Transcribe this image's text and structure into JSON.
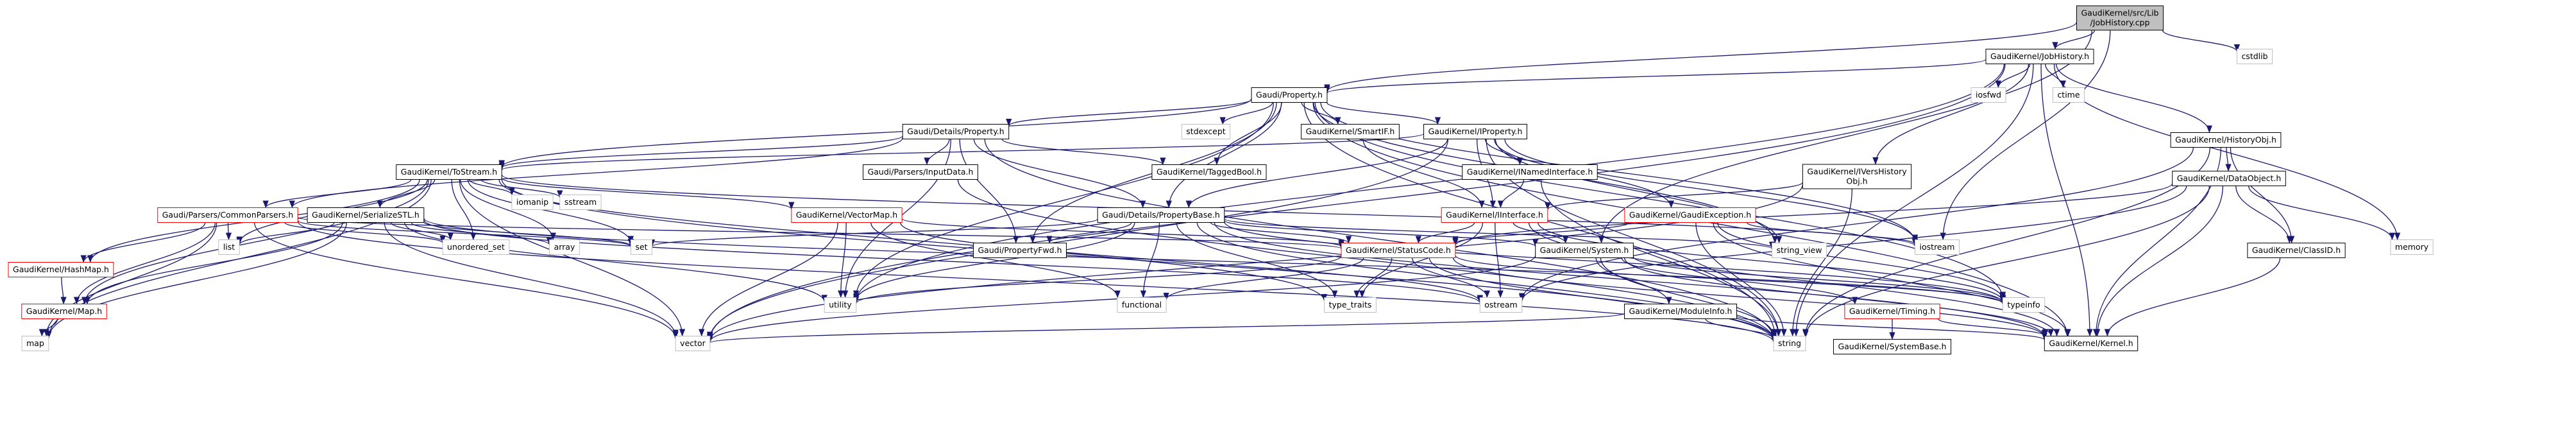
{
  "nodes": [
    {
      "id": "root",
      "lines": [
        "GaudiKernel/src/Lib",
        "/JobHistory.cpp"
      ],
      "style": "root",
      "link": false
    },
    {
      "id": "jobhist",
      "lines": [
        "GaudiKernel/JobHistory.h"
      ],
      "style": "normal",
      "link": true
    },
    {
      "id": "cstdlib",
      "lines": [
        "cstdlib"
      ],
      "style": "std",
      "link": false
    },
    {
      "id": "gprop",
      "lines": [
        "Gaudi/Property.h"
      ],
      "style": "normal",
      "link": true
    },
    {
      "id": "iosfwd",
      "lines": [
        "iosfwd"
      ],
      "style": "std",
      "link": false
    },
    {
      "id": "ctime",
      "lines": [
        "ctime"
      ],
      "style": "std",
      "link": false
    },
    {
      "id": "histobj",
      "lines": [
        "GaudiKernel/HistoryObj.h"
      ],
      "style": "normal",
      "link": true
    },
    {
      "id": "iversion",
      "lines": [
        "GaudiKernel/IVersHistory",
        "Obj.h"
      ],
      "style": "normal",
      "link": true
    },
    {
      "id": "detprop",
      "lines": [
        "Gaudi/Details/Property.h"
      ],
      "style": "normal",
      "link": true
    },
    {
      "id": "stdexcept",
      "lines": [
        "stdexcept"
      ],
      "style": "std",
      "link": false
    },
    {
      "id": "smartif",
      "lines": [
        "GaudiKernel/SmartIF.h"
      ],
      "style": "normal",
      "link": true
    },
    {
      "id": "iproperty",
      "lines": [
        "GaudiKernel/IProperty.h"
      ],
      "style": "normal",
      "link": true
    },
    {
      "id": "tostream",
      "lines": [
        "GaudiKernel/ToStream.h"
      ],
      "style": "normal",
      "link": true
    },
    {
      "id": "inputdata",
      "lines": [
        "Gaudi/Parsers/InputData.h"
      ],
      "style": "normal",
      "link": true
    },
    {
      "id": "taggedbool",
      "lines": [
        "GaudiKernel/TaggedBool.h"
      ],
      "style": "normal",
      "link": true
    },
    {
      "id": "inamed",
      "lines": [
        "GaudiKernel/INamedInterface.h"
      ],
      "style": "normal",
      "link": true
    },
    {
      "id": "dataobj",
      "lines": [
        "GaudiKernel/DataObject.h"
      ],
      "style": "normal",
      "link": true
    },
    {
      "id": "commonparsers",
      "lines": [
        "Gaudi/Parsers/CommonParsers.h"
      ],
      "style": "red",
      "link": true
    },
    {
      "id": "serializestl",
      "lines": [
        "GaudiKernel/SerializeSTL.h"
      ],
      "style": "normal",
      "link": true
    },
    {
      "id": "iomanip",
      "lines": [
        "iomanip"
      ],
      "style": "std",
      "link": false
    },
    {
      "id": "sstream",
      "lines": [
        "sstream"
      ],
      "style": "std",
      "link": false
    },
    {
      "id": "vectormap",
      "lines": [
        "GaudiKernel/VectorMap.h"
      ],
      "style": "red",
      "link": true
    },
    {
      "id": "propbase",
      "lines": [
        "Gaudi/Details/PropertyBase.h"
      ],
      "style": "normal",
      "link": true
    },
    {
      "id": "iinterface",
      "lines": [
        "GaudiKernel/IInterface.h"
      ],
      "style": "red",
      "link": true
    },
    {
      "id": "gaudiexc",
      "lines": [
        "GaudiKernel/GaudiException.h"
      ],
      "style": "red",
      "link": true
    },
    {
      "id": "memory",
      "lines": [
        "memory"
      ],
      "style": "std",
      "link": false
    },
    {
      "id": "hashmap",
      "lines": [
        "GaudiKernel/HashMap.h"
      ],
      "style": "red",
      "link": true
    },
    {
      "id": "list",
      "lines": [
        "list"
      ],
      "style": "std",
      "link": false
    },
    {
      "id": "unordered_set",
      "lines": [
        "unordered_set"
      ],
      "style": "std",
      "link": false
    },
    {
      "id": "array",
      "lines": [
        "array"
      ],
      "style": "std",
      "link": false
    },
    {
      "id": "set",
      "lines": [
        "set"
      ],
      "style": "std",
      "link": false
    },
    {
      "id": "propfwd",
      "lines": [
        "Gaudi/PropertyFwd.h"
      ],
      "style": "normal",
      "link": true
    },
    {
      "id": "statuscode",
      "lines": [
        "GaudiKernel/StatusCode.h"
      ],
      "style": "red",
      "link": true
    },
    {
      "id": "system",
      "lines": [
        "GaudiKernel/System.h"
      ],
      "style": "normal",
      "link": true
    },
    {
      "id": "string_view",
      "lines": [
        "string_view"
      ],
      "style": "std",
      "link": false
    },
    {
      "id": "iostream",
      "lines": [
        "iostream"
      ],
      "style": "std",
      "link": false
    },
    {
      "id": "classid",
      "lines": [
        "GaudiKernel/ClassID.h"
      ],
      "style": "normal",
      "link": true
    },
    {
      "id": "map_h",
      "lines": [
        "GaudiKernel/Map.h"
      ],
      "style": "red",
      "link": true
    },
    {
      "id": "utility",
      "lines": [
        "utility"
      ],
      "style": "std",
      "link": false
    },
    {
      "id": "functional",
      "lines": [
        "functional"
      ],
      "style": "std",
      "link": false
    },
    {
      "id": "type_traits",
      "lines": [
        "type_traits"
      ],
      "style": "std",
      "link": false
    },
    {
      "id": "ostream",
      "lines": [
        "ostream"
      ],
      "style": "std",
      "link": false
    },
    {
      "id": "moduleinfo",
      "lines": [
        "GaudiKernel/ModuleInfo.h"
      ],
      "style": "normal",
      "link": true
    },
    {
      "id": "timing",
      "lines": [
        "GaudiKernel/Timing.h"
      ],
      "style": "red",
      "link": true
    },
    {
      "id": "typeinfo",
      "lines": [
        "typeinfo"
      ],
      "style": "std",
      "link": false
    },
    {
      "id": "map",
      "lines": [
        "map"
      ],
      "style": "std",
      "link": false
    },
    {
      "id": "vector",
      "lines": [
        "vector"
      ],
      "style": "std",
      "link": false
    },
    {
      "id": "string",
      "lines": [
        "string"
      ],
      "style": "std",
      "link": false
    },
    {
      "id": "kernel",
      "lines": [
        "GaudiKernel/Kernel.h"
      ],
      "style": "normal",
      "link": true
    },
    {
      "id": "sysbase",
      "lines": [
        "GaudiKernel/SystemBase.h"
      ],
      "style": "normal",
      "link": true
    }
  ],
  "edges": [
    [
      "root",
      "jobhist"
    ],
    [
      "root",
      "gprop"
    ],
    [
      "root",
      "system"
    ],
    [
      "root",
      "iostream"
    ],
    [
      "root",
      "cstdlib"
    ],
    [
      "jobhist",
      "gprop"
    ],
    [
      "jobhist",
      "iosfwd"
    ],
    [
      "jobhist",
      "ctime"
    ],
    [
      "jobhist",
      "histobj"
    ],
    [
      "jobhist",
      "iversion"
    ],
    [
      "jobhist",
      "memory"
    ],
    [
      "jobhist",
      "kernel"
    ],
    [
      "jobhist",
      "string"
    ],
    [
      "jobhist",
      "vector"
    ],
    [
      "jobhist",
      "utility"
    ],
    [
      "gprop",
      "detprop"
    ],
    [
      "gprop",
      "stdexcept"
    ],
    [
      "gprop",
      "smartif"
    ],
    [
      "gprop",
      "iproperty"
    ],
    [
      "gprop",
      "taggedbool"
    ],
    [
      "gprop",
      "propbase"
    ],
    [
      "gprop",
      "propfwd"
    ],
    [
      "gprop",
      "utility"
    ],
    [
      "gprop",
      "string"
    ],
    [
      "gprop",
      "string_view"
    ],
    [
      "gprop",
      "typeinfo"
    ],
    [
      "gprop",
      "iostream"
    ],
    [
      "gprop",
      "kernel"
    ],
    [
      "gprop",
      "tostream"
    ],
    [
      "histobj",
      "dataobj"
    ],
    [
      "histobj",
      "classid"
    ],
    [
      "histobj",
      "kernel"
    ],
    [
      "histobj",
      "string"
    ],
    [
      "histobj",
      "ostream"
    ],
    [
      "iversion",
      "iinterface"
    ],
    [
      "iversion",
      "string"
    ],
    [
      "iversion",
      "vector"
    ],
    [
      "detprop",
      "tostream"
    ],
    [
      "detprop",
      "inputdata"
    ],
    [
      "detprop",
      "taggedbool"
    ],
    [
      "detprop",
      "propbase"
    ],
    [
      "detprop",
      "propfwd"
    ],
    [
      "detprop",
      "string"
    ],
    [
      "detprop",
      "utility"
    ],
    [
      "detprop",
      "commonparsers"
    ],
    [
      "smartif",
      "iinterface"
    ],
    [
      "iproperty",
      "inamed"
    ],
    [
      "iproperty",
      "iinterface"
    ],
    [
      "iproperty",
      "propbase"
    ],
    [
      "iproperty",
      "gaudiexc"
    ],
    [
      "iproperty",
      "string_view"
    ],
    [
      "iproperty",
      "iostream"
    ],
    [
      "iproperty",
      "string"
    ],
    [
      "iproperty",
      "vector"
    ],
    [
      "iproperty",
      "tostream"
    ],
    [
      "tostream",
      "commonparsers"
    ],
    [
      "tostream",
      "serializestl"
    ],
    [
      "tostream",
      "iomanip"
    ],
    [
      "tostream",
      "sstream"
    ],
    [
      "tostream",
      "vectormap"
    ],
    [
      "tostream",
      "hashmap"
    ],
    [
      "tostream",
      "map_h"
    ],
    [
      "tostream",
      "list"
    ],
    [
      "tostream",
      "unordered_set"
    ],
    [
      "tostream",
      "array"
    ],
    [
      "tostream",
      "set"
    ],
    [
      "tostream",
      "map"
    ],
    [
      "tostream",
      "vector"
    ],
    [
      "tostream",
      "string"
    ],
    [
      "tostream",
      "type_traits"
    ],
    [
      "tostream",
      "iostream"
    ],
    [
      "inputdata",
      "string"
    ],
    [
      "inamed",
      "iinterface"
    ],
    [
      "inamed",
      "string"
    ],
    [
      "dataobj",
      "classid"
    ],
    [
      "dataobj",
      "statuscode"
    ],
    [
      "dataobj",
      "memory"
    ],
    [
      "dataobj",
      "string"
    ],
    [
      "dataobj",
      "kernel"
    ],
    [
      "dataobj",
      "ostream"
    ],
    [
      "commonparsers",
      "statuscode"
    ],
    [
      "commonparsers",
      "map_h"
    ],
    [
      "commonparsers",
      "hashmap"
    ],
    [
      "commonparsers",
      "list"
    ],
    [
      "commonparsers",
      "set"
    ],
    [
      "commonparsers",
      "map"
    ],
    [
      "commonparsers",
      "vector"
    ],
    [
      "commonparsers",
      "string"
    ],
    [
      "commonparsers",
      "unordered_set"
    ],
    [
      "serializestl",
      "map_h"
    ],
    [
      "serializestl",
      "list"
    ],
    [
      "serializestl",
      "unordered_set"
    ],
    [
      "serializestl",
      "array"
    ],
    [
      "serializestl",
      "set"
    ],
    [
      "serializestl",
      "map"
    ],
    [
      "serializestl",
      "vector"
    ],
    [
      "serializestl",
      "utility"
    ],
    [
      "serializestl",
      "ostream"
    ],
    [
      "serializestl",
      "typeinfo"
    ],
    [
      "vectormap",
      "statuscode"
    ],
    [
      "vectormap",
      "utility"
    ],
    [
      "vectormap",
      "functional"
    ],
    [
      "vectormap",
      "vector"
    ],
    [
      "vectormap",
      "ostream"
    ],
    [
      "propbase",
      "propfwd"
    ],
    [
      "propbase",
      "statuscode"
    ],
    [
      "propbase",
      "system"
    ],
    [
      "propbase",
      "string_view"
    ],
    [
      "propbase",
      "functional"
    ],
    [
      "propbase",
      "utility"
    ],
    [
      "propbase",
      "typeinfo"
    ],
    [
      "propbase",
      "string"
    ],
    [
      "propbase",
      "set"
    ],
    [
      "propbase",
      "type_traits"
    ],
    [
      "propbase",
      "kernel"
    ],
    [
      "iinterface",
      "statuscode"
    ],
    [
      "iinterface",
      "system"
    ],
    [
      "iinterface",
      "kernel"
    ],
    [
      "iinterface",
      "ostream"
    ],
    [
      "iinterface",
      "type_traits"
    ],
    [
      "iinterface",
      "typeinfo"
    ],
    [
      "gaudiexc",
      "statuscode"
    ],
    [
      "gaudiexc",
      "iostream"
    ],
    [
      "gaudiexc",
      "kernel"
    ],
    [
      "gaudiexc",
      "string"
    ],
    [
      "gaudiexc",
      "typeinfo"
    ],
    [
      "hashmap",
      "map_h"
    ],
    [
      "map_h",
      "map"
    ],
    [
      "statuscode",
      "functional"
    ],
    [
      "statuscode",
      "utility"
    ],
    [
      "statuscode",
      "type_traits"
    ],
    [
      "statuscode",
      "ostream"
    ],
    [
      "statuscode",
      "kernel"
    ],
    [
      "statuscode",
      "string"
    ],
    [
      "statuscode",
      "typeinfo"
    ],
    [
      "system",
      "moduleinfo"
    ],
    [
      "system",
      "timing"
    ],
    [
      "system",
      "kernel"
    ],
    [
      "system",
      "string"
    ],
    [
      "system",
      "vector"
    ],
    [
      "system",
      "typeinfo"
    ],
    [
      "moduleinfo",
      "kernel"
    ],
    [
      "moduleinfo",
      "string"
    ],
    [
      "moduleinfo",
      "vector"
    ],
    [
      "timing",
      "sysbase"
    ],
    [
      "timing",
      "kernel"
    ],
    [
      "classid",
      "kernel"
    ]
  ],
  "colors": {
    "edge": "#191970",
    "node_border": "#000000",
    "red_border": "#ff0000",
    "std_border": "#bfbfbf",
    "root_fill": "#bfbfbf",
    "text": "#000000"
  }
}
